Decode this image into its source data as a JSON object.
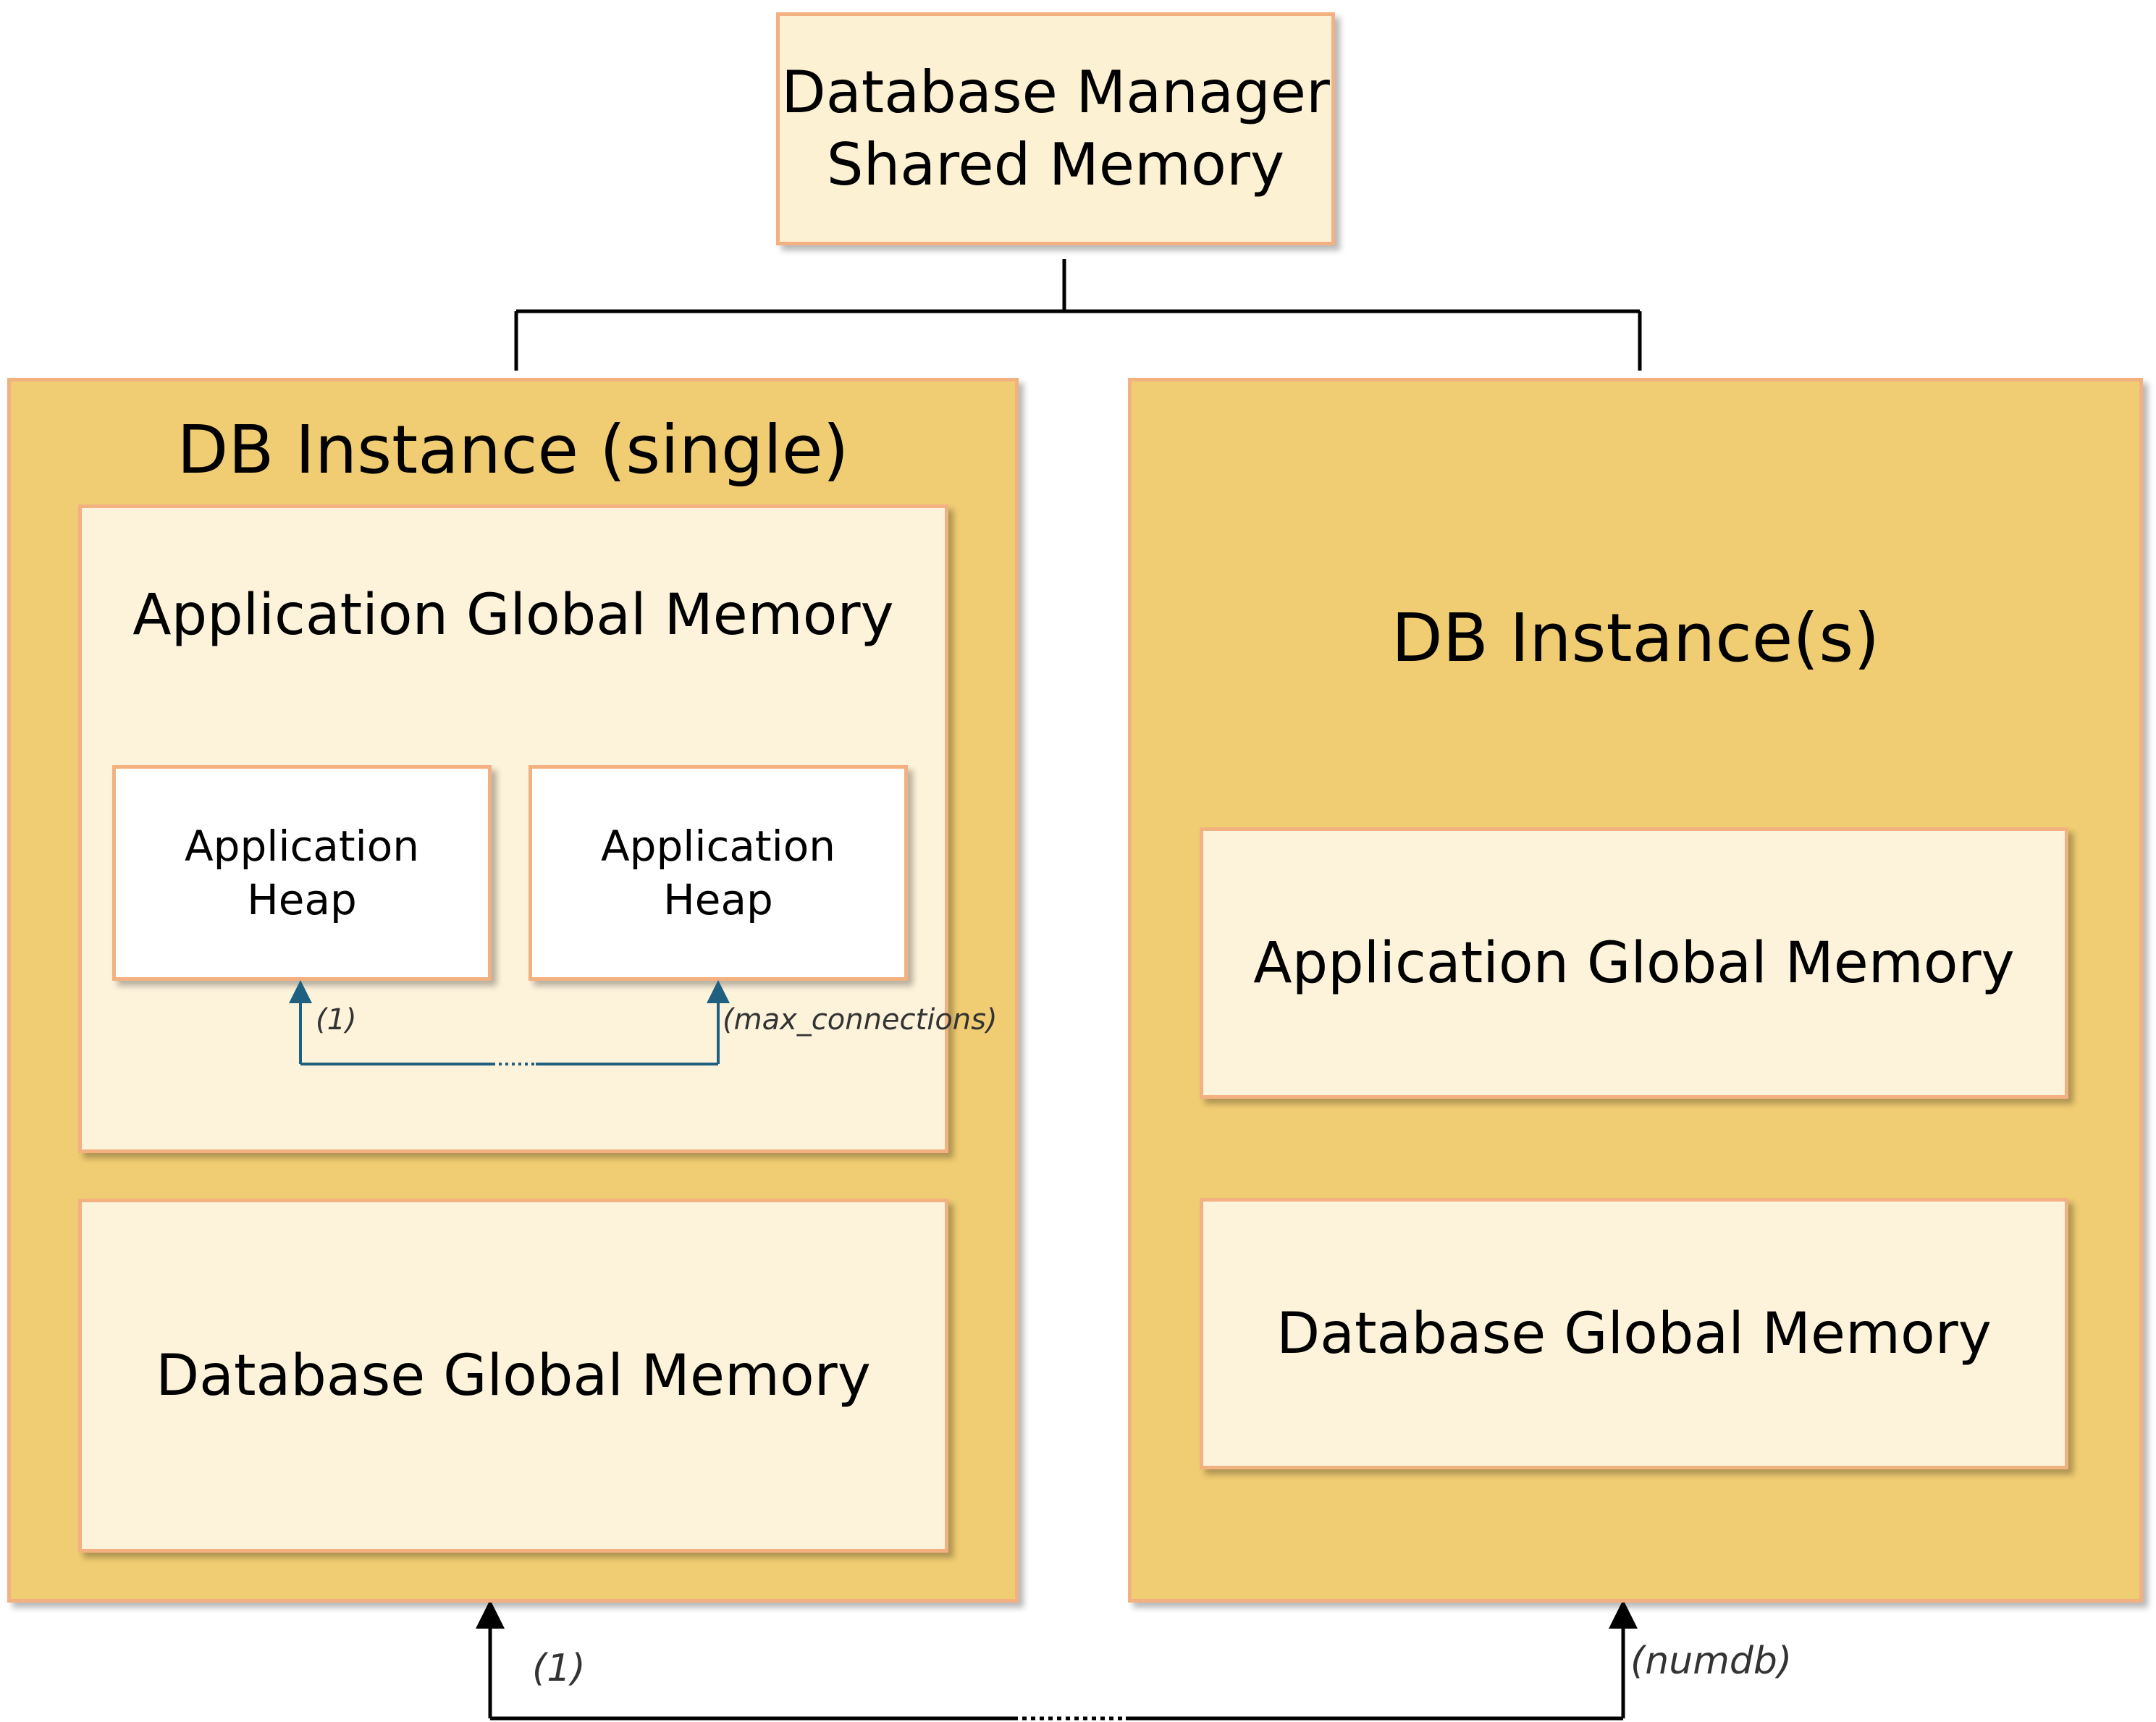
{
  "manager": {
    "line1": "Database Manager",
    "line2": "Shared Memory"
  },
  "instance_single": {
    "title": "DB Instance (single)",
    "app_global": {
      "title": "Application Global Memory",
      "heap_left": {
        "line1": "Application",
        "line2": "Heap"
      },
      "heap_right": {
        "line1": "Application",
        "line2": "Heap"
      },
      "label_first": "(1)",
      "label_last": "(max_connections)"
    },
    "db_global": "Database Global Memory"
  },
  "instance_multi": {
    "title": "DB Instance(s)",
    "app_global": "Application Global Memory",
    "db_global": "Database Global Memory"
  },
  "bottom": {
    "label_first": "(1)",
    "label_last": "(numdb)"
  },
  "colors": {
    "instance_fill": "#f0cd72",
    "pale_fill": "#fdf3db",
    "manager_fill": "#fdf1d4",
    "border": "#f3b181",
    "heap_arrow": "#1f5f7f",
    "black_line": "#000000"
  }
}
